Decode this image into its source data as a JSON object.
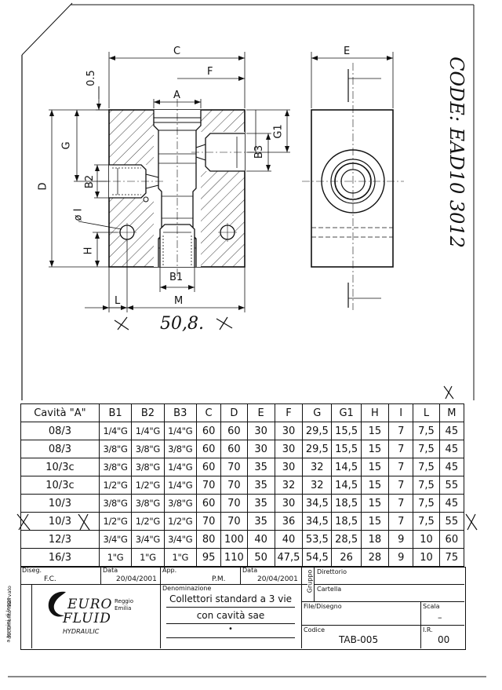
{
  "drawing": {
    "dims": {
      "C": "C",
      "E": "E",
      "F": "F",
      "A": "A",
      "half": "0.5",
      "G": "G",
      "D": "D",
      "B2": "B2",
      "phiI": "ø I",
      "H": "H",
      "B3": "B3",
      "G1": "G1",
      "B1": "B1",
      "L": "L",
      "M": "M"
    },
    "handnote_width": "50,8.",
    "code_note": "CODE: EAD10 3012",
    "x_mark": "X"
  },
  "table": {
    "headers": [
      "Cavità \"A\"",
      "B1",
      "B2",
      "B3",
      "C",
      "D",
      "E",
      "F",
      "G",
      "G1",
      "H",
      "I",
      "L",
      "M"
    ],
    "rows": [
      [
        "08/3",
        "1/4\"G",
        "1/4\"G",
        "1/4\"G",
        "60",
        "60",
        "30",
        "30",
        "29,5",
        "15,5",
        "15",
        "7",
        "7,5",
        "45"
      ],
      [
        "08/3",
        "3/8\"G",
        "3/8\"G",
        "3/8\"G",
        "60",
        "60",
        "30",
        "30",
        "29,5",
        "15,5",
        "15",
        "7",
        "7,5",
        "45"
      ],
      [
        "10/3c",
        "3/8\"G",
        "3/8\"G",
        "1/4\"G",
        "60",
        "70",
        "35",
        "30",
        "32",
        "14,5",
        "15",
        "7",
        "7,5",
        "45"
      ],
      [
        "10/3c",
        "1/2\"G",
        "1/2\"G",
        "1/4\"G",
        "70",
        "70",
        "35",
        "32",
        "32",
        "14,5",
        "15",
        "7",
        "7,5",
        "55"
      ],
      [
        "10/3",
        "3/8\"G",
        "3/8\"G",
        "3/8\"G",
        "60",
        "70",
        "35",
        "30",
        "34,5",
        "18,5",
        "15",
        "7",
        "7,5",
        "45"
      ],
      [
        "10/3",
        "1/2\"G",
        "1/2\"G",
        "1/2\"G",
        "70",
        "70",
        "35",
        "36",
        "34,5",
        "18,5",
        "15",
        "7",
        "7,5",
        "55"
      ],
      [
        "12/3",
        "3/4\"G",
        "3/4\"G",
        "3/4\"G",
        "80",
        "100",
        "40",
        "40",
        "53,5",
        "28,5",
        "18",
        "9",
        "10",
        "60"
      ],
      [
        "16/3",
        "1\"G",
        "1\"G",
        "1\"G",
        "95",
        "110",
        "50",
        "47,5",
        "54,5",
        "26",
        "28",
        "9",
        "10",
        "75"
      ]
    ]
  },
  "titleblock": {
    "diseg_label": "Diseg.",
    "diseg_value": "F.C.",
    "data_label": "Data",
    "data_value": "20/04/2001",
    "app_label": "App.",
    "app_value": "P.M.",
    "data2_label": "Data",
    "data2_value": "20/04/2001",
    "gruppo_label": "Gruppo",
    "direttorio_label": "Direttorio",
    "cartella_label": "Cartella",
    "denominazione_label": "Denominazione",
    "title_line1": "Collettori standard a 3 vie",
    "title_line2": "con cavità sae",
    "title_line3": "•",
    "file_label": "File/Disegno",
    "scala_label": "Scala",
    "scala_value": "–",
    "codice_label": "Codice",
    "codice_value": "TAB-005",
    "ir_label": "I.R.",
    "ir_value": "00",
    "logo_main": "EURO",
    "logo_sub": "FLUID",
    "logo_tag": "HYDRAULIC",
    "logo_city": "Reggio",
    "logo_region": "Emilia",
    "side_note_1": "documento riservato",
    "side_note_2": "a termini di legge"
  }
}
